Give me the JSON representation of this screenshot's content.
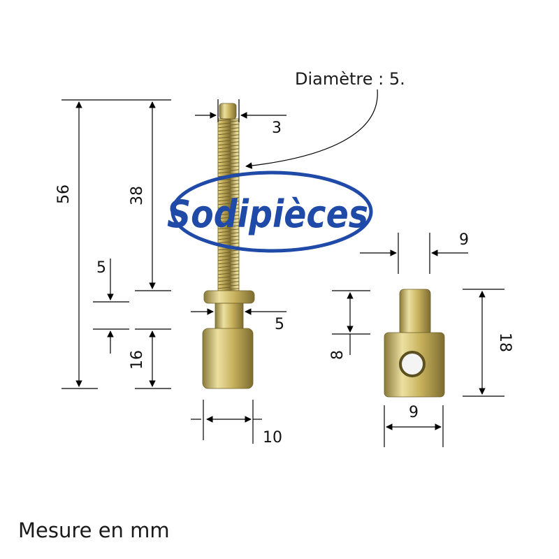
{
  "logo": {
    "text": "Sodipièces",
    "color": "#1f4aa8"
  },
  "annotation": {
    "text": "Diamètre : 5."
  },
  "footer": {
    "text": "Mesure en mm"
  },
  "dimensions": {
    "overall_length": "56",
    "thread_length": "38",
    "collar_height": "5",
    "body_height": "16",
    "tip_width": "3",
    "collar_width": "5",
    "body_width": "10",
    "nut_top_width": "9",
    "nut_hole_height": "8",
    "nut_height": "18",
    "nut_bottom_width": "9"
  },
  "colors": {
    "metal_light": "#ece0a0",
    "metal_mid": "#c8b25e",
    "metal_dark": "#8a7a3a"
  }
}
